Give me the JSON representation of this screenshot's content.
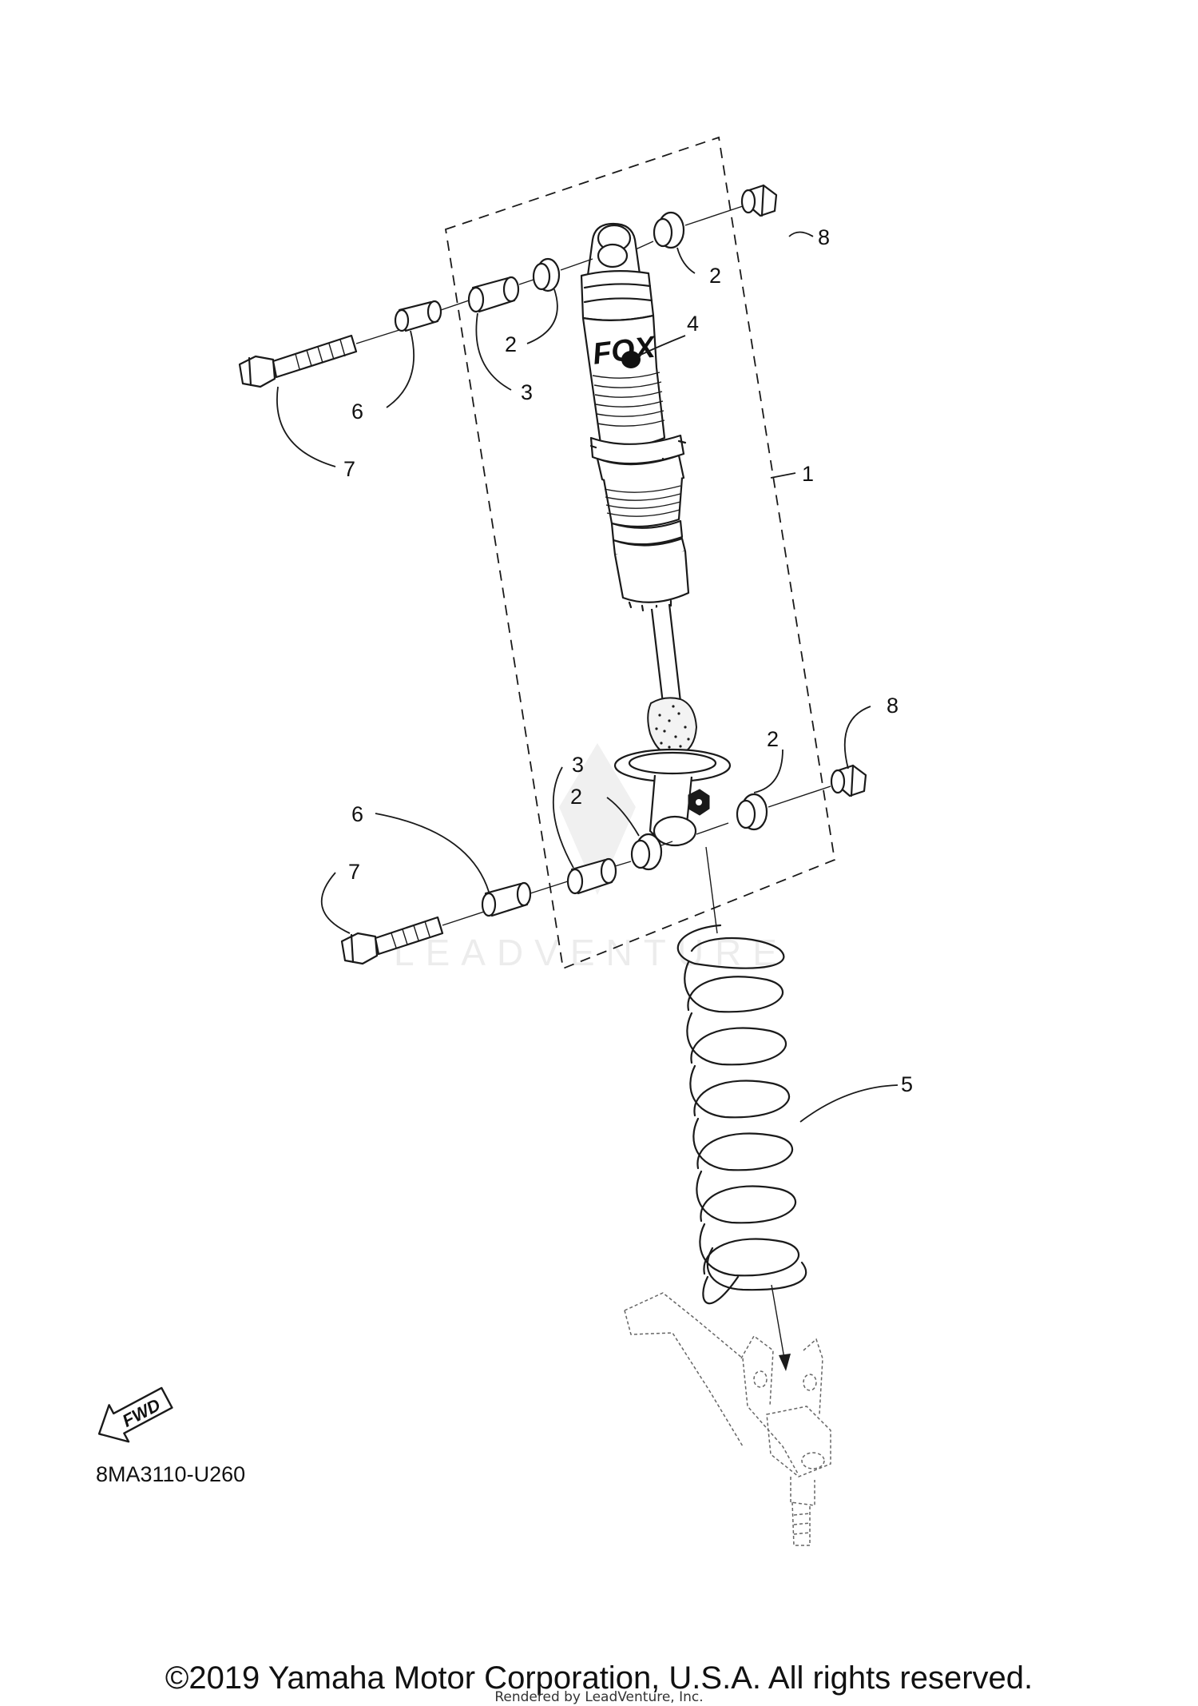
{
  "diagram_id": "8MA3110-U260",
  "copyright": "©2019 Yamaha Motor Corporation, U.S.A. All rights reserved.",
  "rendered_by": "Rendered by LeadVenture, Inc.",
  "watermark": "LEADVENTURE",
  "fwd_label": "FWD",
  "brand_label": "FOX",
  "callouts": {
    "c1": "1",
    "c2_upper_left": "2",
    "c2_upper_right": "2",
    "c2_lower_left": "2",
    "c2_lower_right": "2",
    "c3_upper": "3",
    "c3_lower": "3",
    "c4": "4",
    "c5": "5",
    "c6_upper": "6",
    "c6_lower": "6",
    "c7_upper": "7",
    "c7_lower": "7",
    "c8_upper": "8",
    "c8_lower": "8"
  }
}
